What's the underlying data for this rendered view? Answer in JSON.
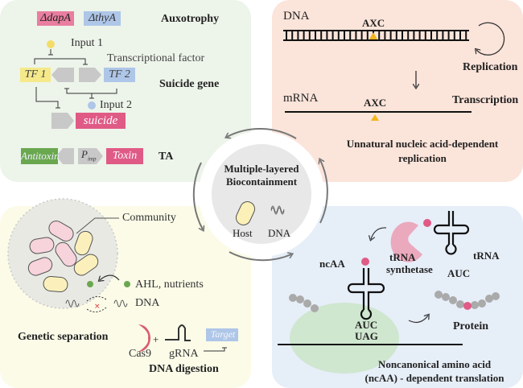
{
  "colors": {
    "green_panel": "#edf4ea",
    "red_panel": "#fbe4da",
    "yellow_panel": "#fbfbe8",
    "blue_panel": "#e6eef8",
    "pink": "#e05a86",
    "blue_box": "#aec6e8",
    "yellow_box": "#f5e98a",
    "green_box": "#6aa84f",
    "gray_part": "#c8c8c8",
    "axc_marker": "#f2b51c",
    "cas9": "#d95b6e",
    "arrow_gray": "#777777"
  },
  "center": {
    "title_line1": "Multiple-layered",
    "title_line2": "Biocontainment",
    "host_label": "Host",
    "dna_label": "DNA"
  },
  "top_left": {
    "dapA": "ΔdapA",
    "thyA": "ΔthyA",
    "auxotrophy": "Auxotrophy",
    "input1": "Input 1",
    "tf_label": "Transcriptional factor",
    "tf1": "TF 1",
    "tf2": "TF 2",
    "suicide_gene": "Suicide gene",
    "input2": "Input 2",
    "suicide": "suicide",
    "antitoxin": "Antitoxin",
    "promoter": "P",
    "promoter_sub": "imp",
    "toxin": "Toxin",
    "ta": "TA"
  },
  "top_right": {
    "dna": "DNA",
    "axc1": "AXC",
    "replication": "Replication",
    "mrna": "mRNA",
    "axc2": "AXC",
    "transcription": "Transcription",
    "caption_line1": "Unnatural nucleic acid-dependent",
    "caption_line2": "replication"
  },
  "bottom_left": {
    "community": "Community",
    "ahl": "AHL, nutrients",
    "dna": "DNA",
    "genetic_separation": "Genetic separation",
    "cas9": "Cas9",
    "plus": "+",
    "grna": "gRNA",
    "target": "Target",
    "dna_digestion": "DNA digestion"
  },
  "bottom_right": {
    "trna_synthetase_line1": "tRNA",
    "trna_synthetase_line2": "synthetase",
    "trna": "tRNA",
    "auc_top": "AUC",
    "ncaa": "ncAA",
    "auc": "AUC",
    "uag": "UAG",
    "protein": "Protein",
    "caption_line1": "Noncanonical amino acid",
    "caption_line2": "(ncAA) - dependent translation"
  }
}
